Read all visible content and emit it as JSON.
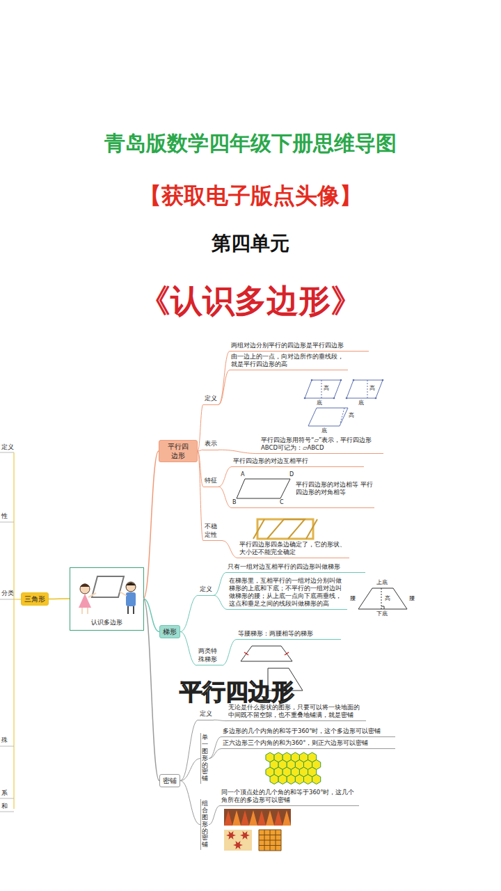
{
  "diagram": {
    "title": "青岛版数学四年级下册思维导图",
    "nodes": [
      {
        "text": [
          "认识多边形"
        ]
      },
      {
        "text": [
          "三角形"
        ]
      },
      {
        "text": [
          "平行四边形"
        ]
      },
      {
        "text": [
          "定义"
        ]
      },
      {
        "text": [
          "两组对边分别平行的四边形是平行四边形"
        ]
      },
      {
        "text": [
          "由一边上的一点，向对边所作的垂线段，就是平行四边形的高"
        ]
      },
      {
        "text": [
          "表示"
        ]
      },
      {
        "text": [
          "平行四边形用符号“▱”表示，平行四边形ABCD可记为：▱ABCD"
        ]
      },
      {
        "text": [
          "特征"
        ]
      },
      {
        "text": [
          "平行四边形的对边互相平行"
        ]
      },
      {
        "text": [
          "平行四边形的对边相等 平行四边形的对角相等"
        ]
      },
      {
        "text": [
          "不稳定性"
        ]
      },
      {
        "text": [
          "平行四边形四条边确定了，它的形状、大小还不能完全确定"
        ]
      },
      {
        "text": [
          "梯形"
        ]
      },
      {
        "text": [
          "定义"
        ]
      },
      {
        "text": [
          "只有一组对边互相平行的四边形叫做梯形"
        ]
      },
      {
        "text": [
          "在梯形里，互相平行的一组对边分别叫做梯形的上底和下底；不平行的一组对边叫做梯形的腰；从上底一点向下底画垂线，这点和垂足之间的线段叫做梯形的高"
        ]
      },
      {
        "text": [
          "两类特殊梯形"
        ]
      },
      {
        "text": [
          "等腰梯形：两腰相等的梯形"
        ]
      },
      {
        "text": [
          "密铺"
        ]
      },
      {
        "text": [
          "定义"
        ]
      },
      {
        "text": [
          "无论是什么形状的图形，只要可以将一块地面的中间既不留空隙，也不重叠地铺满，就是密铺"
        ]
      },
      {
        "text": [
          "单一图形的密铺"
        ]
      },
      {
        "text": [
          "多边形的几个内角的和等于360°时，这个多边形可以密铺"
        ]
      },
      {
        "text": [
          "正六边形三个内角的和为360°，则正六边形可以密铺"
        ]
      },
      {
        "text": [
          "组合图形的密铺"
        ]
      },
      {
        "text": [
          "同一个顶点处的几个角的和等于360°时，这几个角所在的多边形可以密铺"
        ]
      }
    ],
    "edges": [
      {
        "from": 0,
        "to": 1,
        "arrow": "none"
      },
      {
        "from": 0,
        "to": 2,
        "arrow": "none"
      },
      {
        "from": 0,
        "to": 13,
        "arrow": "none"
      },
      {
        "from": 0,
        "to": 19,
        "arrow": "none"
      },
      {
        "from": 2,
        "to": 3,
        "arrow": "none"
      },
      {
        "from": 2,
        "to": 6,
        "arrow": "none"
      },
      {
        "from": 2,
        "to": 8,
        "arrow": "none"
      },
      {
        "from": 2,
        "to": 11,
        "arrow": "none"
      },
      {
        "from": 3,
        "to": 4,
        "arrow": "none"
      },
      {
        "from": 3,
        "to": 5,
        "arrow": "none"
      },
      {
        "from": 6,
        "to": 7,
        "arrow": "none"
      },
      {
        "from": 8,
        "to": 9,
        "arrow": "none"
      },
      {
        "from": 8,
        "to": 10,
        "arrow": "none"
      },
      {
        "from": 11,
        "to": 12,
        "arrow": "none"
      },
      {
        "from": 13,
        "to": 14,
        "arrow": "none"
      },
      {
        "from": 13,
        "to": 17,
        "arrow": "none"
      },
      {
        "from": 14,
        "to": 15,
        "arrow": "none"
      },
      {
        "from": 14,
        "to": 16,
        "arrow": "none"
      },
      {
        "from": 17,
        "to": 18,
        "arrow": "none"
      },
      {
        "from": 19,
        "to": 20,
        "arrow": "none"
      },
      {
        "from": 19,
        "to": 22,
        "arrow": "none"
      },
      {
        "from": 19,
        "to": 25,
        "arrow": "none"
      },
      {
        "from": 20,
        "to": 21,
        "arrow": "none"
      },
      {
        "from": 22,
        "to": 23,
        "arrow": "none"
      },
      {
        "from": 22,
        "to": 24,
        "arrow": "none"
      },
      {
        "from": 25,
        "to": 26,
        "arrow": "none"
      }
    ],
    "labels": [
      "【获取电子版点头像】",
      "第四单元",
      "《认识多边形》",
      "定义",
      "性",
      "分类",
      "殊",
      "系",
      "和",
      "高",
      "底",
      "高",
      "底",
      "高",
      "底",
      "A",
      "D",
      "B",
      "C",
      "上底",
      "下底",
      "腰",
      "腰",
      "高",
      "平行四边形"
    ]
  }
}
